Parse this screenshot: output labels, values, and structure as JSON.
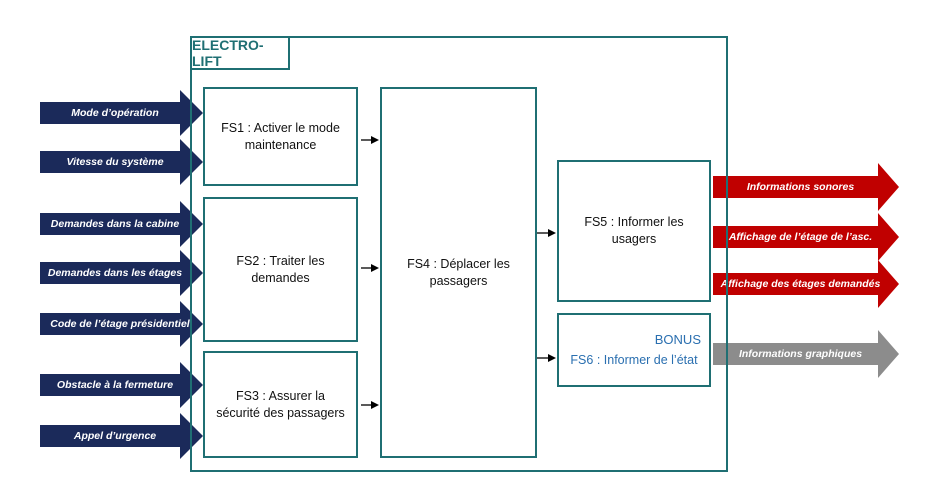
{
  "title": "ELECTRO-LIFT",
  "functions": {
    "fs1": "FS1 : Activer le mode maintenance",
    "fs2": "FS2 : Traiter les demandes",
    "fs3": "FS3 : Assurer la sécurité des passagers",
    "fs4": "FS4 : Déplacer les passagers",
    "fs5": "FS5 : Informer les usagers",
    "fs6_bonus": "BONUS",
    "fs6": "FS6 : Informer de l’état"
  },
  "inputs": [
    "Mode d’opération",
    "Vitesse du système",
    "Demandes dans la cabine",
    "Demandes dans les étages",
    "Code de l’étage présidentiel",
    "Obstacle à la fermeture",
    "Appel d’urgence"
  ],
  "outputs": [
    "Informations sonores",
    "Affichage de l’étage de l’asc.",
    "Affichage des étages demandés",
    "Informations graphiques"
  ],
  "colors": {
    "frame": "#1f6f73",
    "input_arrow": "#1b2a5a",
    "output_arrow": "#c00000",
    "graphic_arrow": "#8c8c8c",
    "bonus_text": "#2a6fb0"
  }
}
